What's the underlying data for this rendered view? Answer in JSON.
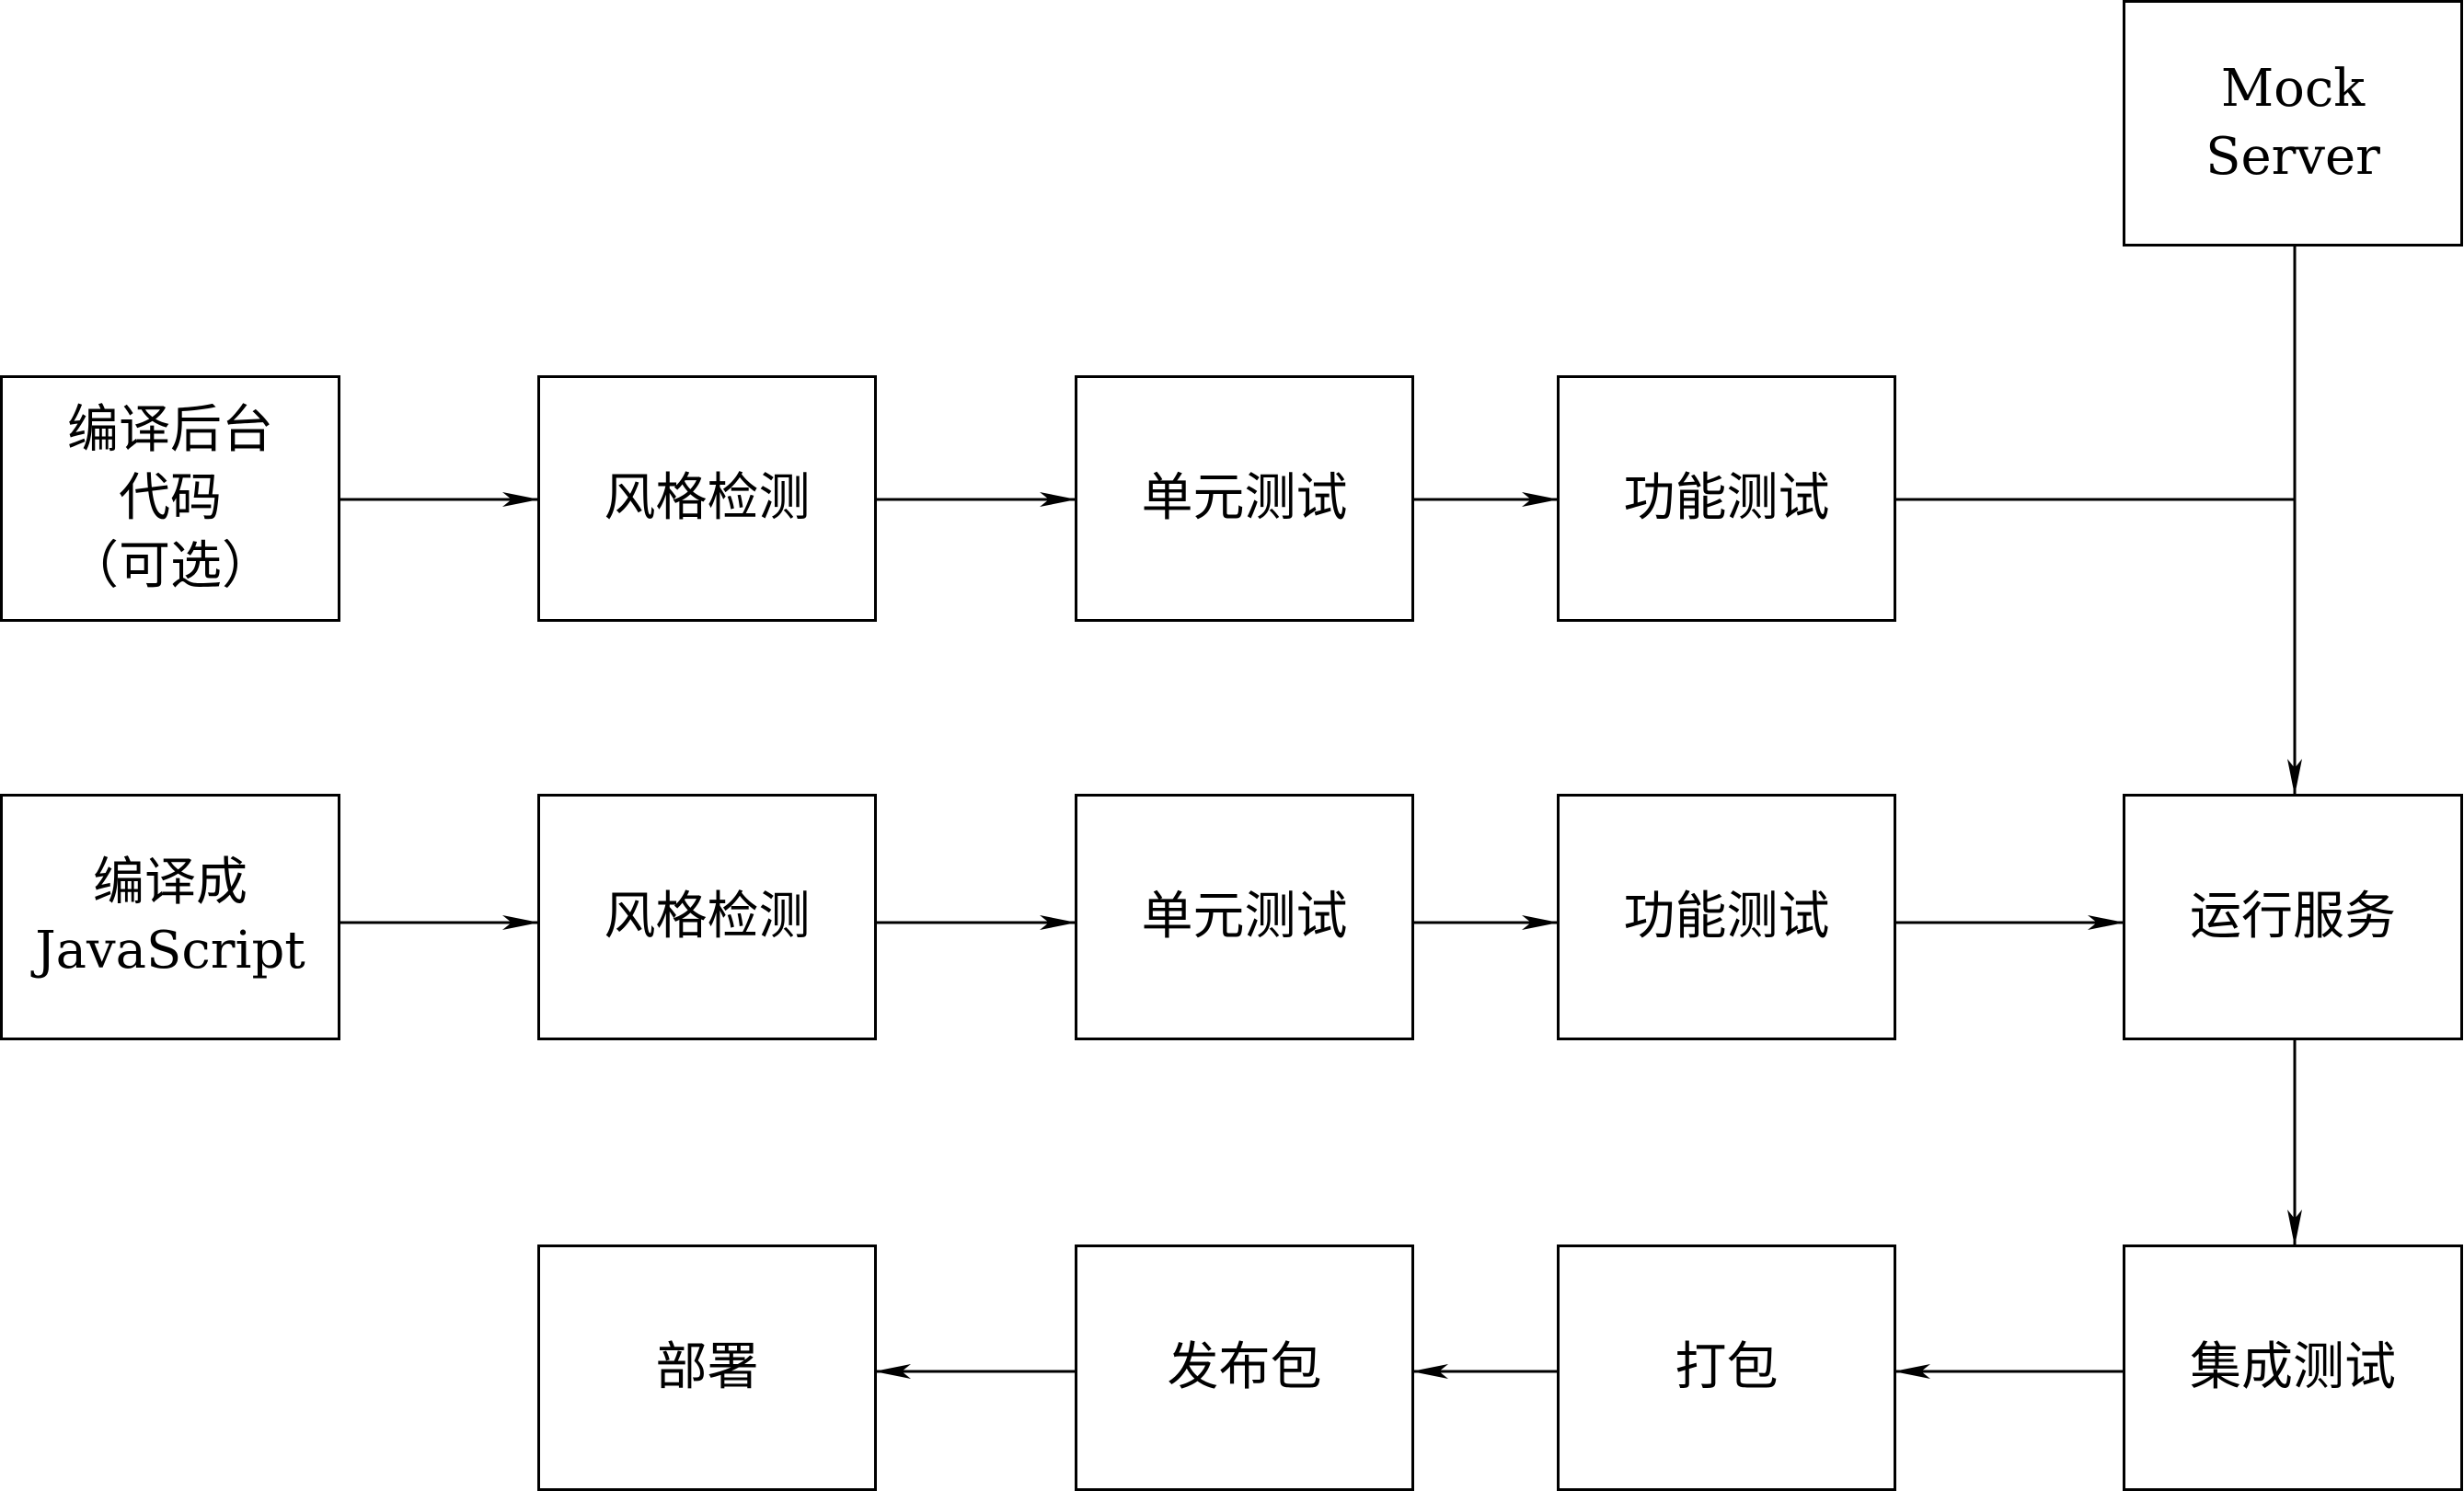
{
  "nodes": {
    "compile_backend": [
      "编译后台",
      "代码",
      "（可选）"
    ],
    "style_check_1": "风格检测",
    "unit_test_1": "单元测试",
    "func_test_1": "功能测试",
    "mock_server": [
      "Mock",
      "Server"
    ],
    "compile_js": [
      "编译成",
      "JavaScript"
    ],
    "style_check_2": "风格检测",
    "unit_test_2": "单元测试",
    "func_test_2": "功能测试",
    "run_service": "运行服务",
    "integration_test": "集成测试",
    "package": "打包",
    "publish_package": "发布包",
    "deploy": "部署"
  }
}
